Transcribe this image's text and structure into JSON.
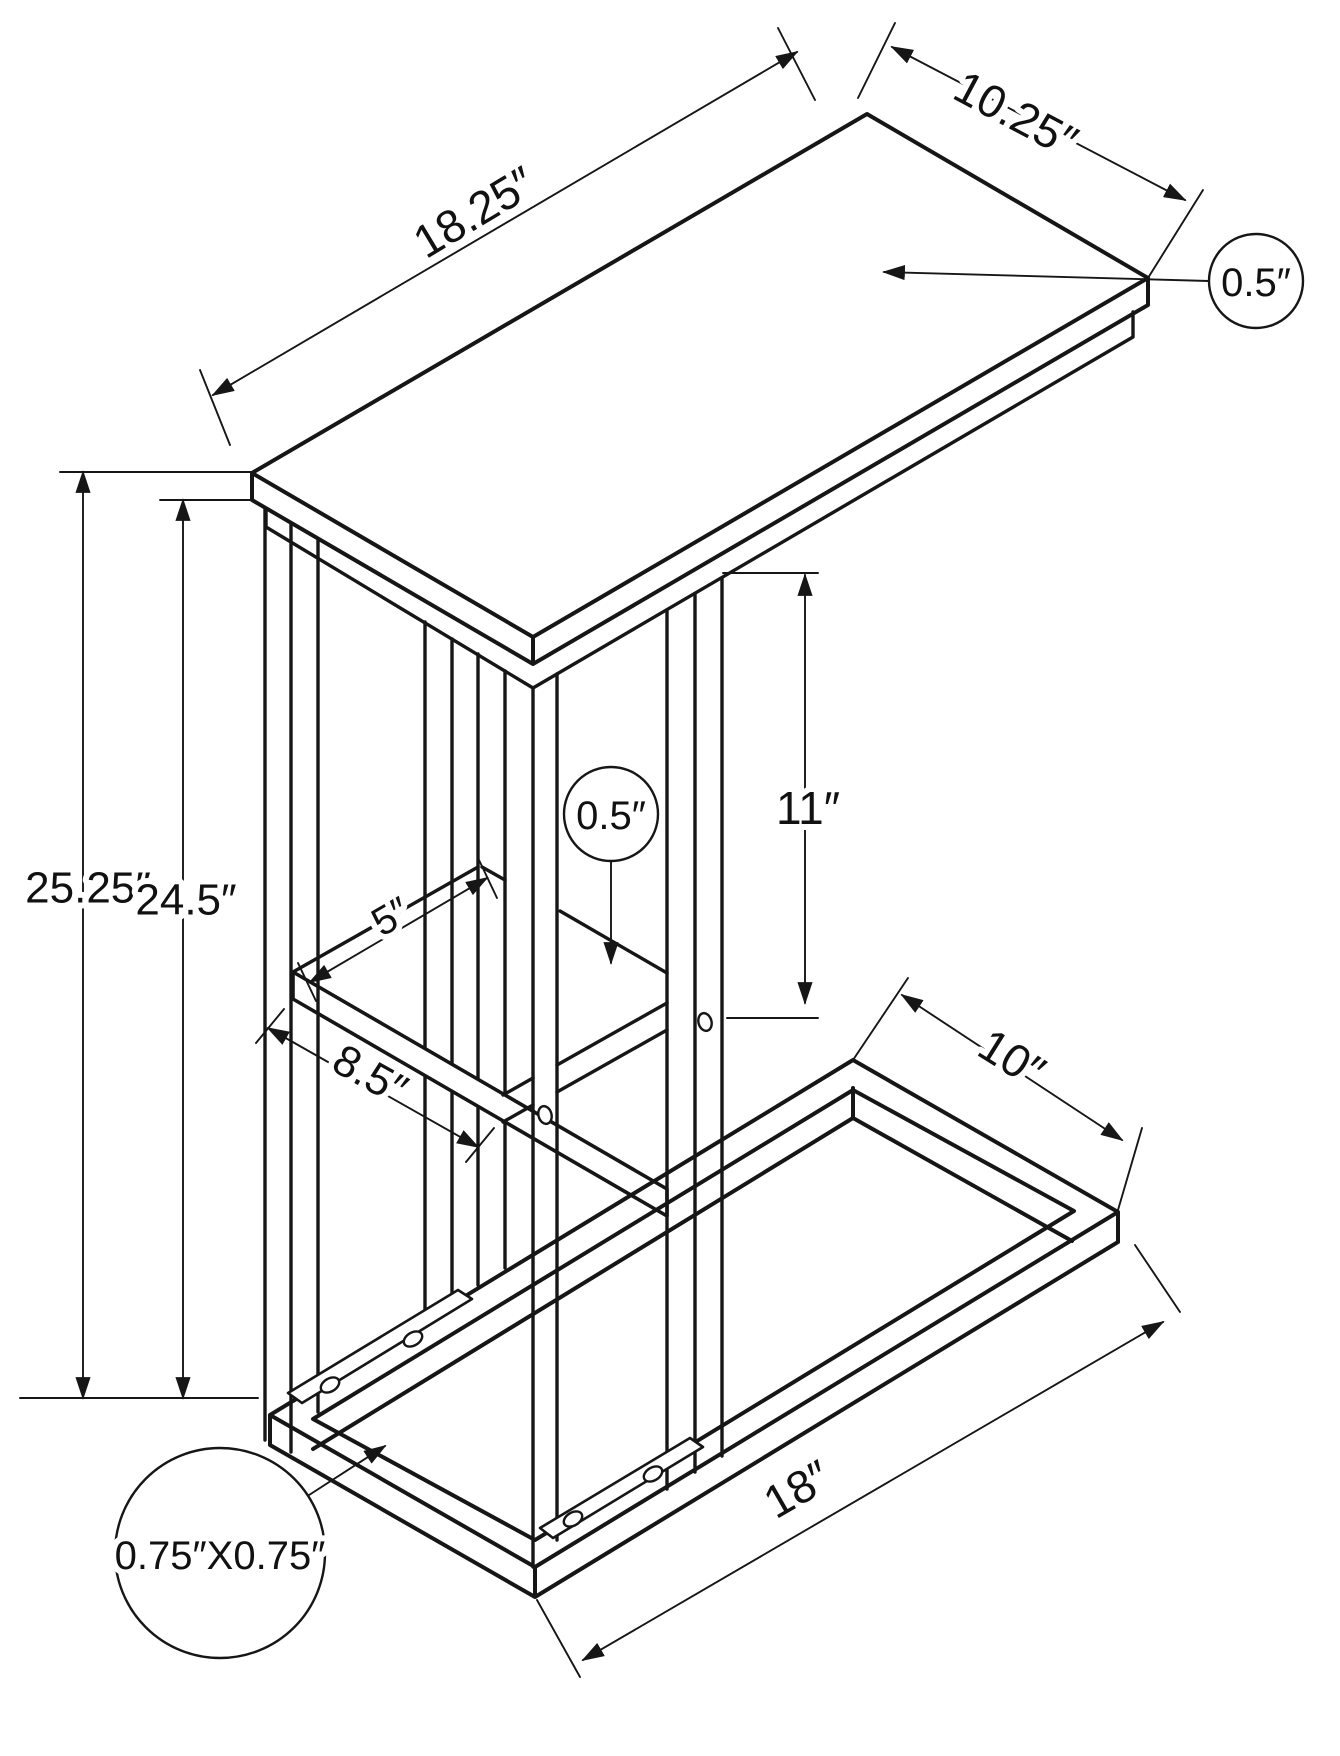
{
  "diagram": {
    "units": "inches",
    "labels": {
      "top_length": "18.25″",
      "top_depth": "10.25″",
      "top_thickness": "0.5″",
      "overall_height": "25.25″",
      "frame_height": "24.5″",
      "shelf_thickness": "0.5″",
      "opening_height": "11″",
      "shelf_length": "5″",
      "shelf_depth": "8.5″",
      "base_depth": "10″",
      "base_length": "18″",
      "tube_profile": "0.75″X0.75″"
    }
  }
}
